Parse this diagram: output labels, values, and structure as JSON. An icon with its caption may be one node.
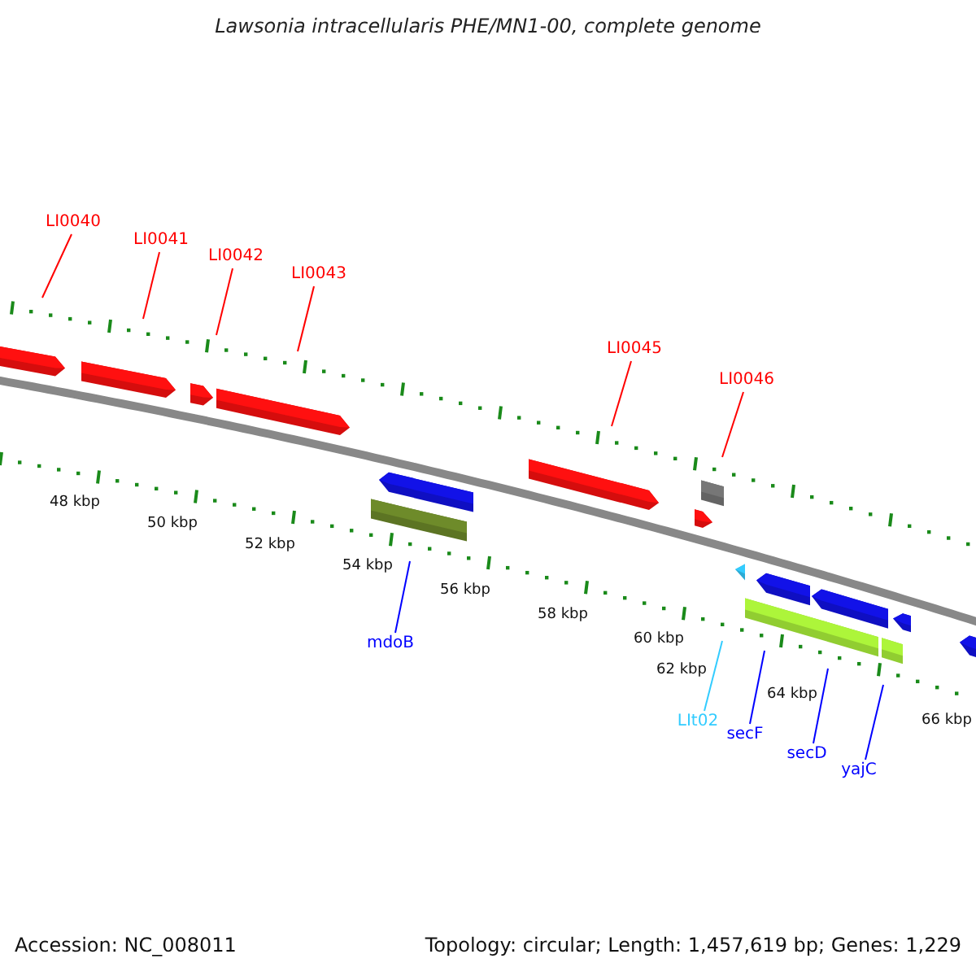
{
  "diagram": {
    "title": "Lawsonia intracellularis PHE/MN1-00, complete genome",
    "nodes": [
      {
        "text": [
          "LI0040"
        ]
      },
      {
        "text": [
          "LI0041"
        ]
      },
      {
        "text": [
          "LI0042"
        ]
      },
      {
        "text": [
          "LI0043"
        ]
      },
      {
        "text": [
          "LI0045"
        ]
      },
      {
        "text": [
          "LI0046"
        ]
      },
      {
        "text": [
          "mdoB"
        ]
      },
      {
        "text": [
          "LIt02"
        ]
      },
      {
        "text": [
          "secF"
        ]
      },
      {
        "text": [
          "secD"
        ]
      },
      {
        "text": [
          "yajC"
        ]
      }
    ],
    "edges": [
      {
        "from": 0,
        "to": null,
        "arrow": "none"
      },
      {
        "from": 1,
        "to": null,
        "arrow": "none"
      },
      {
        "from": 2,
        "to": null,
        "arrow": "none"
      },
      {
        "from": 3,
        "to": null,
        "arrow": "none"
      },
      {
        "from": 4,
        "to": null,
        "arrow": "none"
      },
      {
        "from": 5,
        "to": null,
        "arrow": "none"
      },
      {
        "from": 6,
        "to": null,
        "arrow": "none",
        "color": "#0000ff"
      },
      {
        "from": 7,
        "to": null,
        "arrow": "none",
        "color": "#33ccff"
      },
      {
        "from": 8,
        "to": null,
        "arrow": "none",
        "color": "#0000ff"
      },
      {
        "from": 9,
        "to": null,
        "arrow": "none",
        "color": "#0000ff"
      },
      {
        "from": 10,
        "to": null,
        "arrow": "none",
        "color": "#0000ff"
      }
    ],
    "labels": [
      "48 kbp",
      "50 kbp",
      "52 kbp",
      "54 kbp",
      "56 kbp",
      "58 kbp",
      "60 kbp",
      "62 kbp",
      "64 kbp",
      "66 kbp",
      "Accession: NC_008011",
      "Topology: circular; Length: 1,457,619 bp; Genes: 1,229"
    ]
  }
}
